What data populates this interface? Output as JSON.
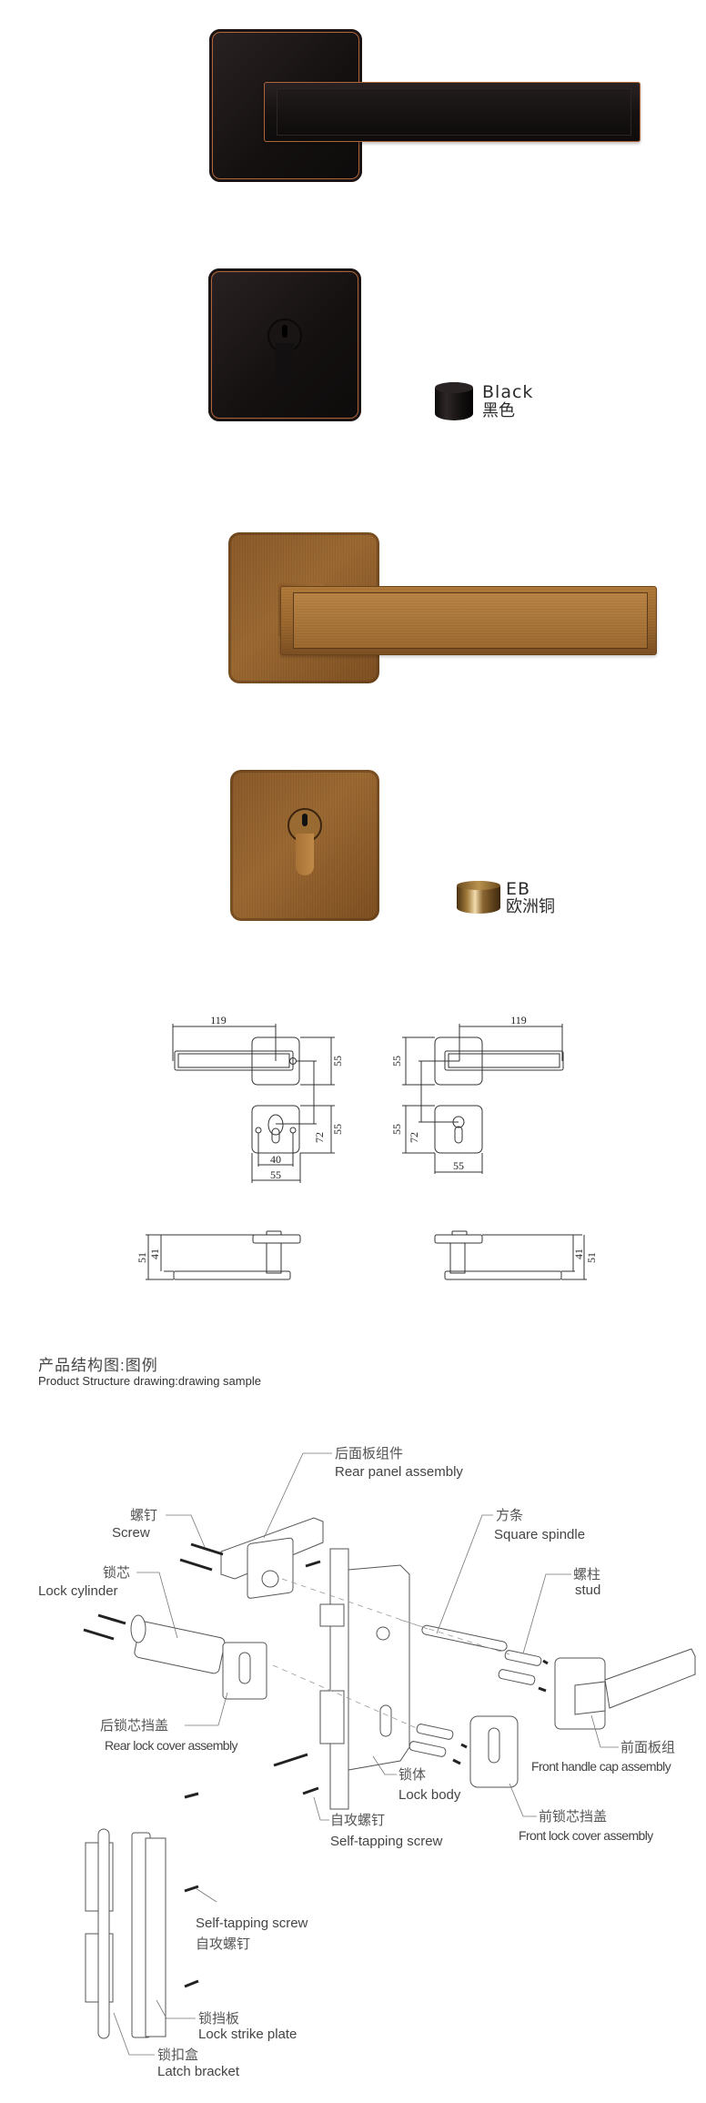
{
  "finishes": [
    {
      "id": "black",
      "name": "Black",
      "name_cn": "黑色",
      "swatch_color": "#1a1515",
      "trim_color": "#b0643a"
    },
    {
      "id": "eb",
      "name": "EB",
      "name_cn": "欧洲铜",
      "swatch_color": "#9b6932",
      "trim_color": "#6a421b"
    }
  ],
  "dimensions": {
    "handle_length": "119",
    "rose_height": "55",
    "rose_width": "55",
    "center_distance": "72",
    "screw_spacing": "40",
    "projection_total": "51",
    "projection_lever": "41"
  },
  "section": {
    "title_cn": "产品结构图:图例",
    "title_en": "Product Structure drawing:drawing sample"
  },
  "parts": {
    "rear_panel": {
      "cn": "后面板组件",
      "en": "Rear panel assembly"
    },
    "screw": {
      "cn": "螺钉",
      "en": "Screw"
    },
    "lock_cylinder": {
      "cn": "锁芯",
      "en": "Lock cylinder"
    },
    "square_spindle": {
      "cn": "方条",
      "en": "Square spindle"
    },
    "stud": {
      "cn": "螺柱",
      "en": "stud"
    },
    "rear_lock_cover": {
      "cn": "后锁芯挡盖",
      "en": "Rear lock cover assembly"
    },
    "front_handle_cap": {
      "cn": "前面板组",
      "en": "Front handle cap assembly"
    },
    "lock_body": {
      "cn": "锁体",
      "en": "Lock body"
    },
    "self_tapping_screw_1": {
      "cn": "自攻螺钉",
      "en": "Self-tapping screw"
    },
    "front_lock_cover": {
      "cn": "前锁芯挡盖",
      "en": "Front lock cover assembly"
    },
    "self_tapping_screw_2": {
      "en": "Self-tapping screw",
      "cn": "自攻螺钉"
    },
    "lock_strike_plate": {
      "cn": "锁挡板",
      "en": "Lock strike plate"
    },
    "latch_bracket": {
      "cn": "锁扣盒",
      "en": "Latch bracket"
    }
  }
}
